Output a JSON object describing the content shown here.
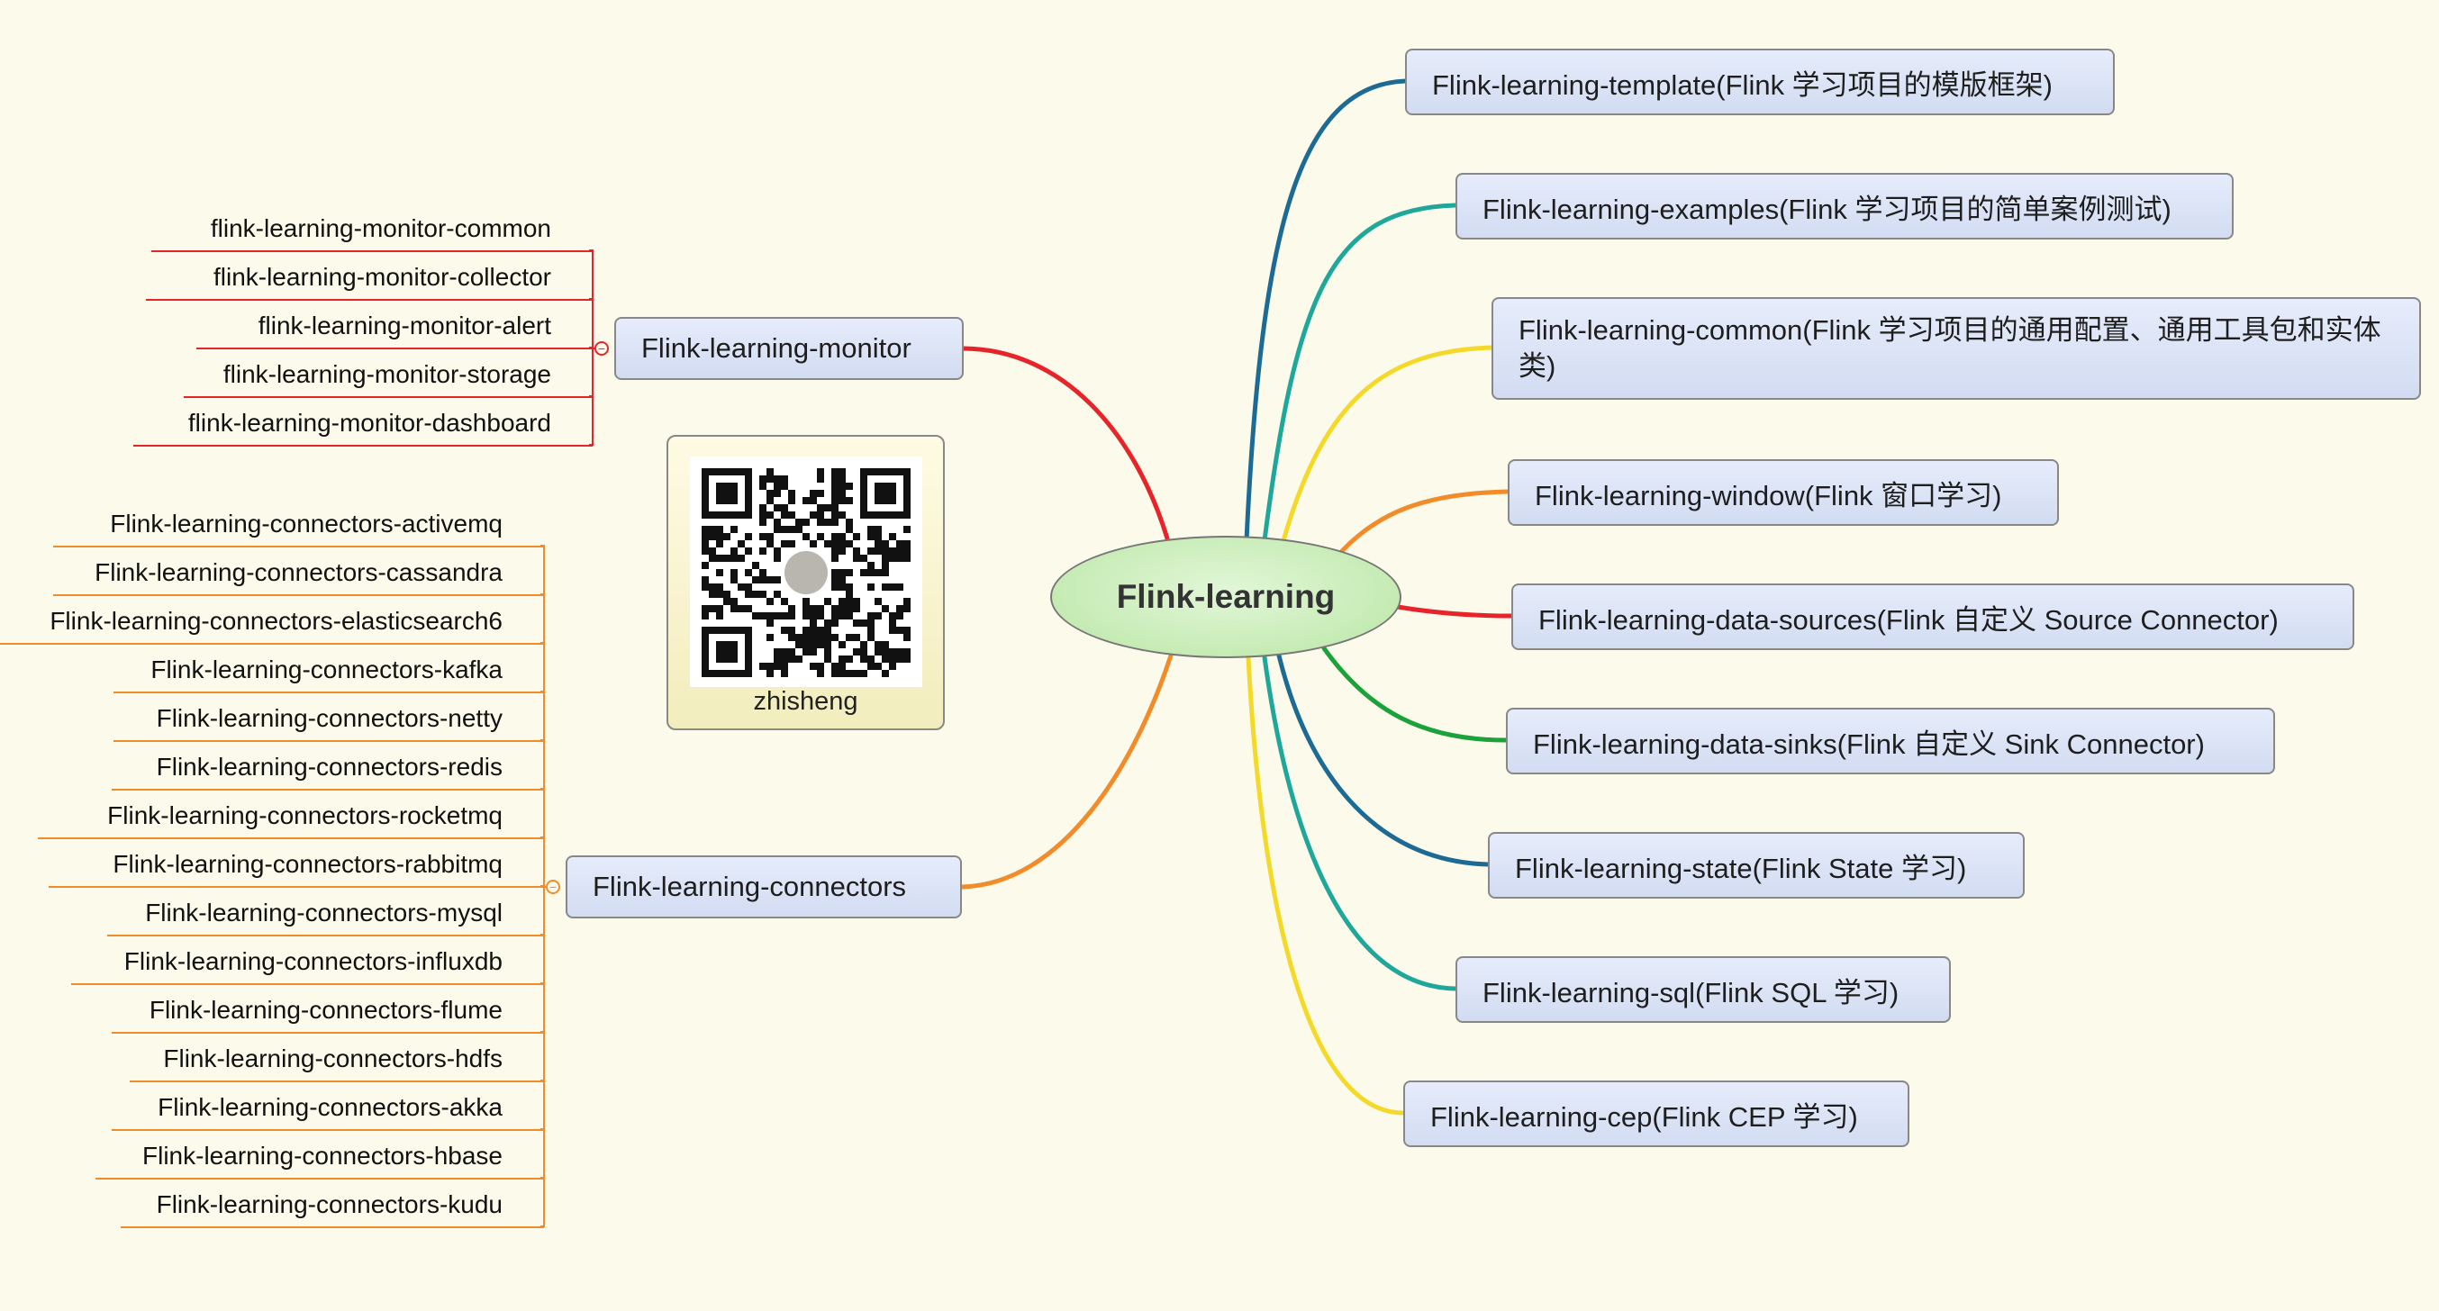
{
  "root": {
    "label": "Flink-learning"
  },
  "right_branches": [
    {
      "label": "Flink-learning-template(Flink 学习项目的模版框架)",
      "color": "#1d6b94"
    },
    {
      "label": "Flink-learning-examples(Flink 学习项目的简单案例测试)",
      "color": "#1fa89a"
    },
    {
      "label": "Flink-learning-common(Flink 学习项目的通用配置、通用工具包和实体类)",
      "color": "#f5d92a"
    },
    {
      "label": "Flink-learning-window(Flink 窗口学习)",
      "color": "#f28c2b"
    },
    {
      "label": "Flink-learning-data-sources(Flink 自定义 Source Connector)",
      "color": "#e8242b"
    },
    {
      "label": "Flink-learning-data-sinks(Flink 自定义 Sink Connector)",
      "color": "#1ba23a"
    },
    {
      "label": "Flink-learning-state(Flink State 学习)",
      "color": "#1d6b94"
    },
    {
      "label": "Flink-learning-sql(Flink SQL 学习)",
      "color": "#1fa89a"
    },
    {
      "label": "Flink-learning-cep(Flink CEP 学习)",
      "color": "#f5d92a"
    }
  ],
  "monitor": {
    "label": "Flink-learning-monitor",
    "color": "#e8242b",
    "children": [
      "flink-learning-monitor-common",
      "flink-learning-monitor-collector",
      "flink-learning-monitor-alert",
      "flink-learning-monitor-storage",
      "flink-learning-monitor-dashboard"
    ]
  },
  "connectors": {
    "label": "Flink-learning-connectors",
    "color": "#f28c2b",
    "children": [
      "Flink-learning-connectors-activemq",
      "Flink-learning-connectors-cassandra",
      "Flink-learning-connectors-elasticsearch6",
      "Flink-learning-connectors-kafka",
      "Flink-learning-connectors-netty",
      "Flink-learning-connectors-redis",
      "Flink-learning-connectors-rocketmq",
      "Flink-learning-connectors-rabbitmq",
      "Flink-learning-connectors-mysql",
      "Flink-learning-connectors-influxdb",
      "Flink-learning-connectors-flume",
      "Flink-learning-connectors-hdfs",
      "Flink-learning-connectors-akka",
      "Flink-learning-connectors-hbase",
      "Flink-learning-connectors-kudu"
    ]
  },
  "qr_card": {
    "label": "zhisheng",
    "image": "qr-code-image"
  }
}
